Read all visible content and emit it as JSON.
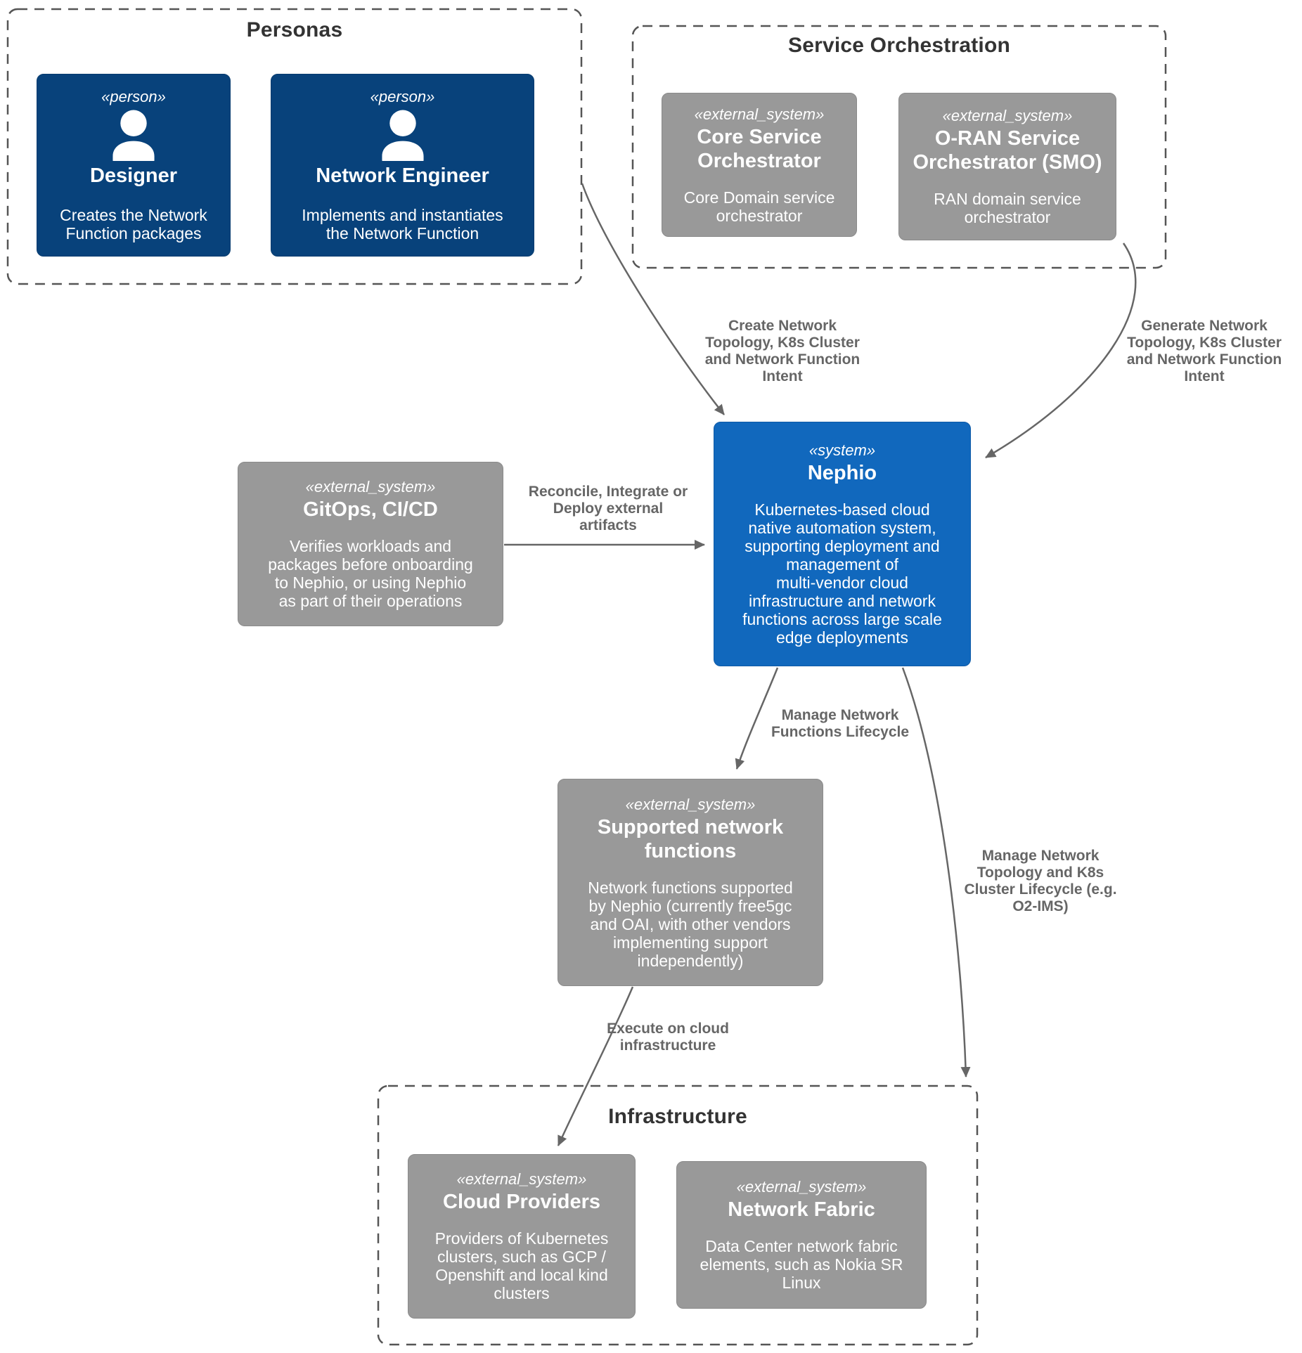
{
  "diagram": {
    "kind": "C4 system context diagram",
    "background": "#ffffff"
  },
  "colors": {
    "person_fill": "#08427b",
    "person_border": "#073b6f",
    "system_fill": "#1168bd",
    "system_border": "#0e5aa7",
    "external_fill": "#999999",
    "external_border": "#8a8a8a",
    "box_text": "#ffffff",
    "boundary_border": "#555555",
    "boundary_title": "#333333",
    "edge_line": "#666666",
    "edge_label": "#666666"
  },
  "boundaries": {
    "personas": {
      "title": "Personas"
    },
    "service_orchestration": {
      "title": "Service Orchestration"
    },
    "infrastructure": {
      "title": "Infrastructure"
    }
  },
  "nodes": {
    "designer": {
      "stereotype": "«person»",
      "name": "Designer",
      "description": "Creates the Network\nFunction packages",
      "icon": "person-icon"
    },
    "network_engineer": {
      "stereotype": "«person»",
      "name": "Network Engineer",
      "description": "Implements and instantiates\nthe Network Function",
      "icon": "person-icon"
    },
    "core_service_orchestrator": {
      "stereotype": "«external_system»",
      "name": "Core Service\nOrchestrator",
      "description": "Core Domain service\norchestrator"
    },
    "oran_service_orchestrator": {
      "stereotype": "«external_system»",
      "name": "O-RAN Service\nOrchestrator (SMO)",
      "description": "RAN domain service\norchestrator"
    },
    "nephio": {
      "stereotype": "«system»",
      "name": "Nephio",
      "description": "Kubernetes-based cloud\nnative automation system,\nsupporting deployment and\nmanagement of\nmulti-vendor cloud\ninfrastructure and network\nfunctions across large scale\nedge deployments"
    },
    "gitops": {
      "stereotype": "«external_system»",
      "name": "GitOps, CI/CD",
      "description": "Verifies workloads and\npackages before onboarding\nto Nephio, or using Nephio\nas part of their operations"
    },
    "supported_network_functions": {
      "stereotype": "«external_system»",
      "name": "Supported network\nfunctions",
      "description": "Network functions supported\nby Nephio (currently free5gc\nand OAI, with other vendors\nimplementing support\nindependently)"
    },
    "cloud_providers": {
      "stereotype": "«external_system»",
      "name": "Cloud Providers",
      "description": "Providers of Kubernetes\nclusters, such as GCP /\nOpenshift and local kind\nclusters"
    },
    "network_fabric": {
      "stereotype": "«external_system»",
      "name": "Network Fabric",
      "description": "Data Center network fabric\nelements, such as Nokia SR\nLinux"
    }
  },
  "edges": {
    "personas_to_nephio": {
      "label": "Create Network\nTopology, K8s Cluster\nand Network Function\nIntent"
    },
    "smo_to_nephio": {
      "label": "Generate Network\nTopology, K8s Cluster\nand Network Function\nIntent"
    },
    "gitops_to_nephio": {
      "label": "Reconcile, Integrate or\nDeploy external\nartifacts"
    },
    "nephio_to_supported_nf": {
      "label": "Manage Network\nFunctions Lifecycle"
    },
    "nephio_to_infrastructure": {
      "label": "Manage Network\nTopology and K8s\nCluster Lifecycle (e.g.\nO2-IMS)"
    },
    "supported_nf_to_cloud_providers": {
      "label": "Execute on cloud\ninfrastructure"
    }
  }
}
